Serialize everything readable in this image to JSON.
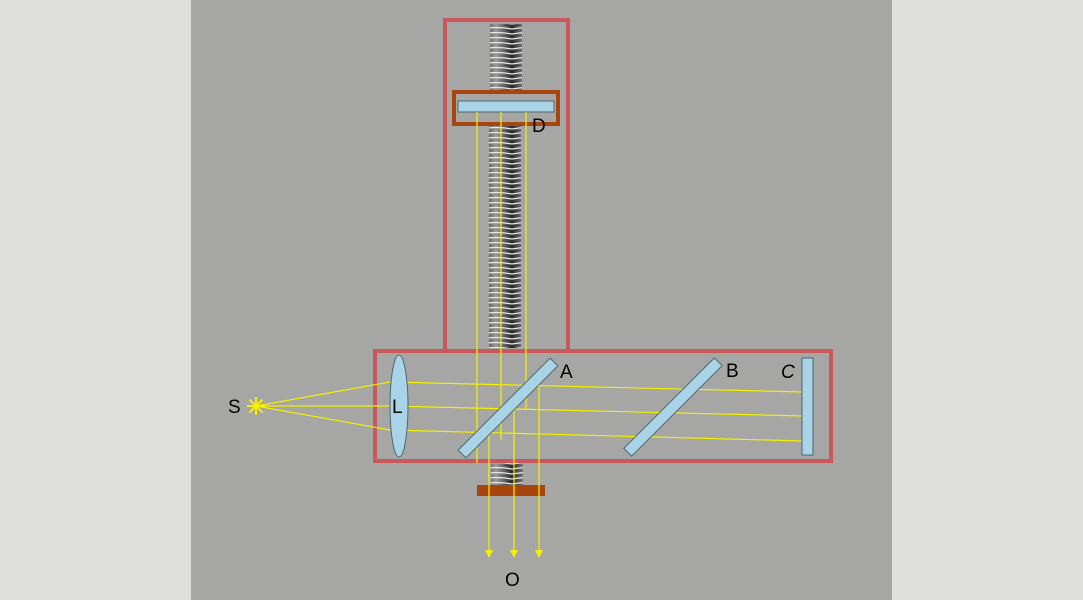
{
  "labels": {
    "source": "S",
    "lens": "L",
    "mirror_a": "A",
    "mirror_b": "B",
    "mirror_c": "C",
    "mirror_d": "D",
    "observer": "O"
  },
  "colors": {
    "outer_background": "#dfe0de",
    "panel_background": "#a6a7a4",
    "frame": "#c8585a",
    "ray": "#f4f000",
    "glass": "#a9d3e6",
    "holder": "#a8440d",
    "screw": "#2f2f2f"
  },
  "icons": {
    "source": "star-burst-icon"
  }
}
